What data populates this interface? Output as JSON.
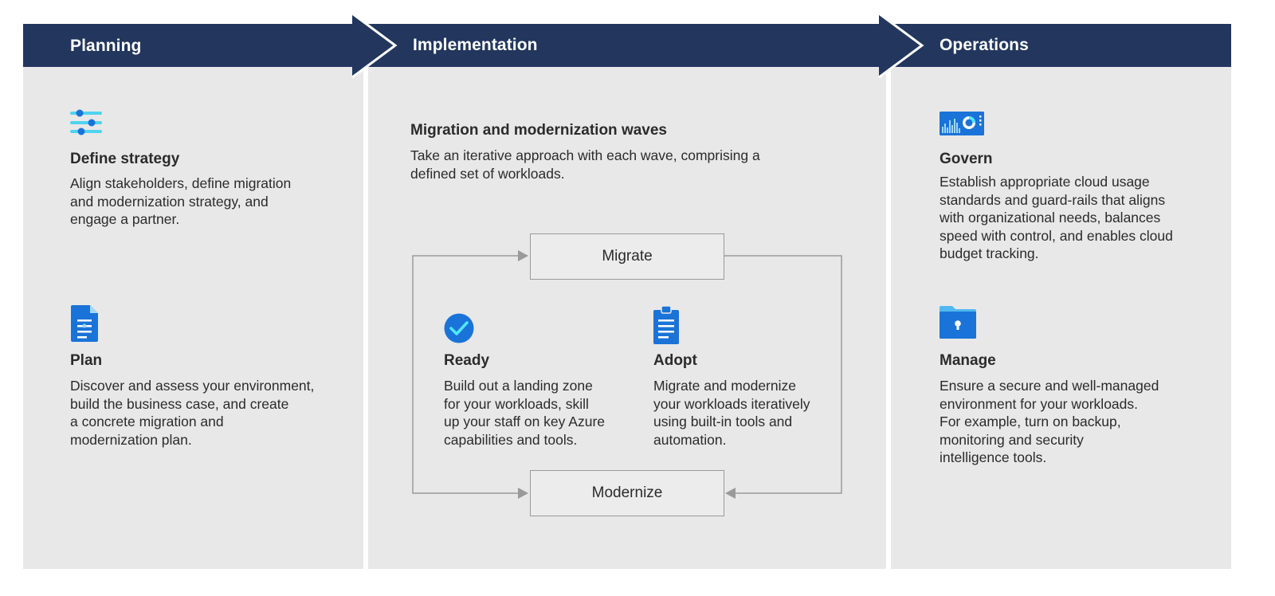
{
  "phases": {
    "planning": "Planning",
    "implementation": "Implementation",
    "operations": "Operations"
  },
  "colors": {
    "header": "#22365e",
    "panel": "#e8e8e8",
    "text": "#2b2b2b",
    "connector": "#9a9a9a",
    "icon_blue": "#1a73d8",
    "icon_cyan": "#4fd3f0"
  },
  "planning": {
    "strategy": {
      "icon": "sliders-icon",
      "title": "Define strategy",
      "lines": [
        "Align stakeholders, define migration",
        "and modernization strategy, and",
        "engage a partner."
      ]
    },
    "plan": {
      "icon": "document-icon",
      "title": "Plan",
      "lines": [
        "Discover and assess your environment,",
        "build the business case, and create",
        "a concrete migration and",
        "modernization plan."
      ]
    }
  },
  "implementation": {
    "waves": {
      "title": "Migration and modernization waves",
      "lines": [
        "Take an iterative approach with each wave, comprising a",
        "defined set of workloads."
      ]
    },
    "migrate_box": "Migrate",
    "modernize_box": "Modernize",
    "ready": {
      "icon": "checkmark-icon",
      "title": "Ready",
      "lines": [
        "Build out a landing zone",
        "for your workloads, skill",
        "up your staff on key Azure",
        "capabilities and tools."
      ]
    },
    "adopt": {
      "icon": "clipboard-icon",
      "title": "Adopt",
      "lines": [
        "Migrate and modernize",
        "your workloads iteratively",
        "using built-in tools and",
        "automation."
      ]
    }
  },
  "operations": {
    "govern": {
      "icon": "dashboard-icon",
      "title": "Govern",
      "lines": [
        "Establish appropriate cloud usage",
        "standards and guard-rails that aligns",
        "with organizational needs, balances",
        "speed with control, and enables cloud",
        "budget tracking."
      ]
    },
    "manage": {
      "icon": "locked-folder-icon",
      "title": "Manage",
      "lines": [
        "Ensure a secure and well-managed",
        "environment for your workloads.",
        "For example, turn on backup,",
        "monitoring and security",
        "intelligence tools."
      ]
    }
  }
}
